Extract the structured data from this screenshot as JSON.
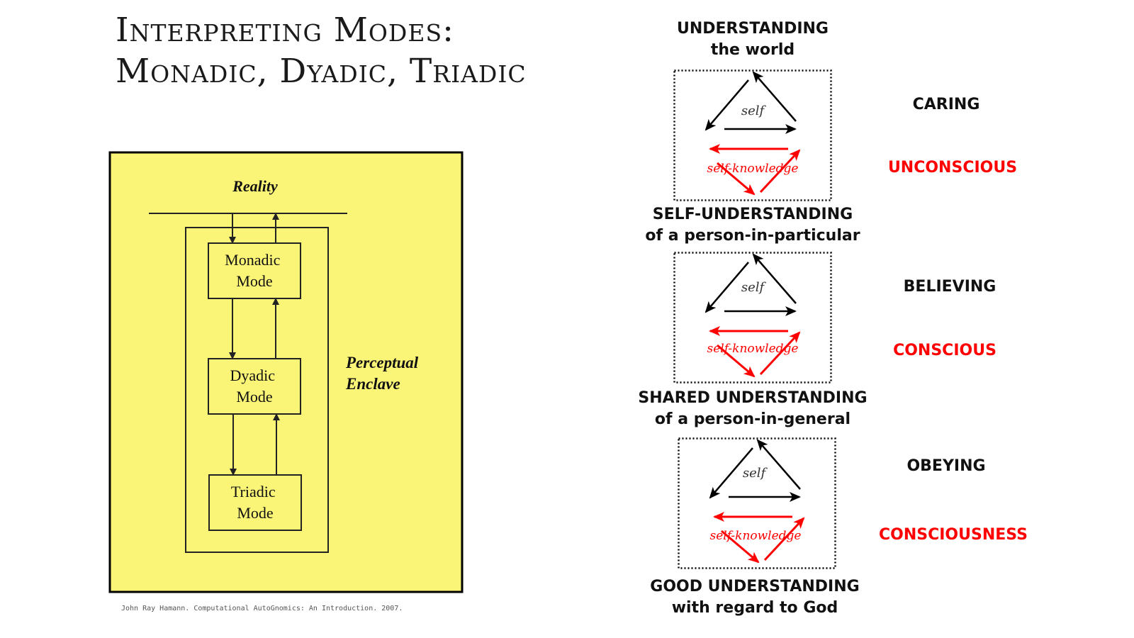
{
  "title": {
    "line1": "Interpreting Modes:",
    "line2": "Monadic, Dyadic, Triadic"
  },
  "left_diagram": {
    "reality_label": "Reality",
    "enclave_label": [
      "Perceptual",
      "Enclave"
    ],
    "modes": [
      [
        "Monadic",
        "Mode"
      ],
      [
        "Dyadic",
        "Mode"
      ],
      [
        "Triadic",
        "Mode"
      ]
    ],
    "colors": {
      "panel_fill": "#fbf577",
      "panel_border": "#000000",
      "line": "#222222"
    }
  },
  "citation": "John Ray Hamann. Computational AutoGnomics: An Introduction. 2007.",
  "right_diagram": {
    "levels": [
      [
        "UNDERSTANDING",
        "the world"
      ],
      [
        "SELF-UNDERSTANDING",
        "of a person-in-particular"
      ],
      [
        "SHARED UNDERSTANDING",
        "of a person-in-general"
      ],
      [
        "GOOD UNDERSTANDING",
        "with regard to God"
      ]
    ],
    "cycles": [
      {
        "top_label": "self",
        "bottom_label": "self-knowledge",
        "black_side": "CARING",
        "red_side": "UNCONSCIOUS"
      },
      {
        "top_label": "self",
        "bottom_label": "self-knowledge",
        "black_side": "BELIEVING",
        "red_side": "CONSCIOUS"
      },
      {
        "top_label": "self",
        "bottom_label": "self-knowledge",
        "black_side": "OBEYING",
        "red_side": "CONSCIOUSNESS"
      }
    ],
    "colors": {
      "black_arrow": "#000000",
      "red_arrow": "#ff0000",
      "box_border": "#000000"
    },
    "icons": {
      "arrow": "arrow-icon"
    }
  }
}
